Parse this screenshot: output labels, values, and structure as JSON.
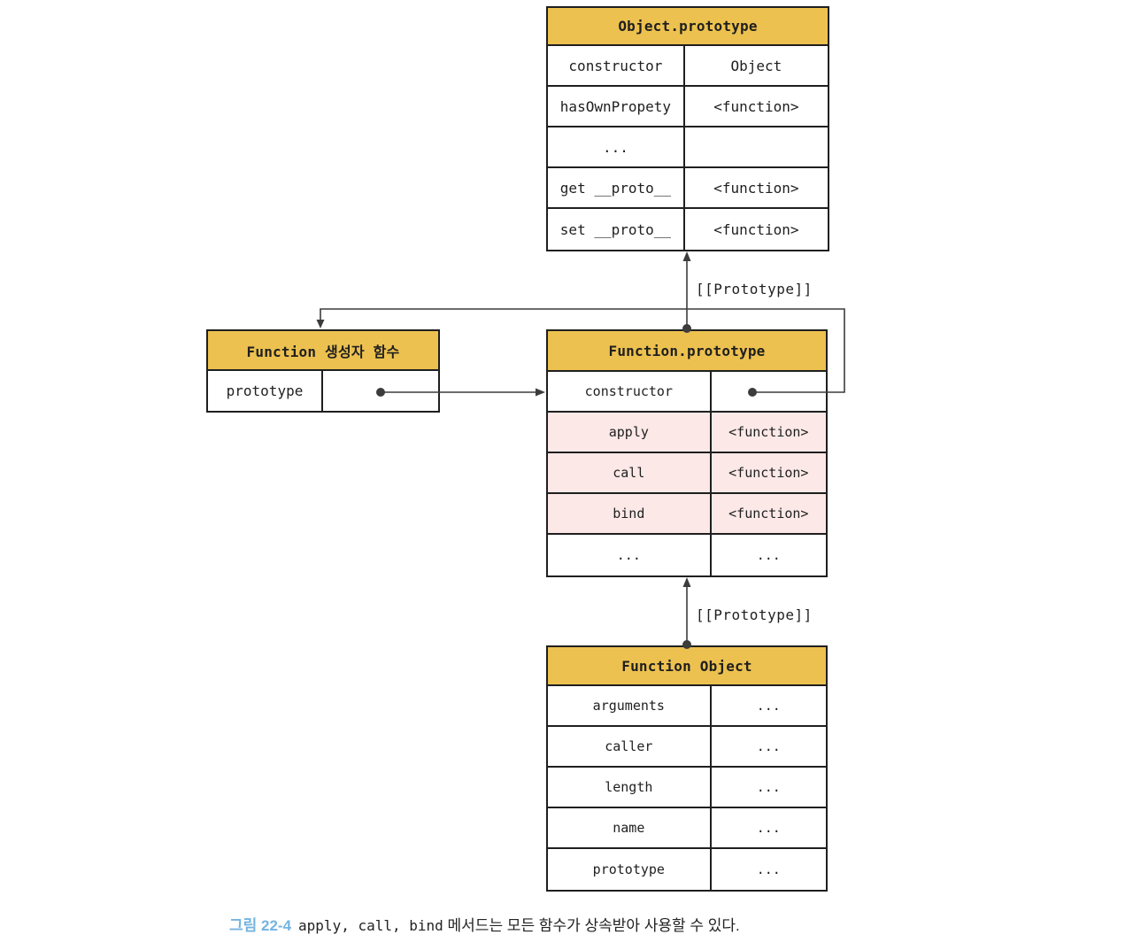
{
  "colors": {
    "header_bg": "#ecc14f",
    "highlight_bg": "#fbe8e7",
    "border_color": "#1f1f1f",
    "line_color": "#3c3c3c",
    "figure_label_color": "#74b4e0"
  },
  "tables": {
    "object_prototype": {
      "title": "Object.prototype",
      "rows": [
        {
          "key": "constructor",
          "value": "Object"
        },
        {
          "key": "hasOwnPropety",
          "value": "<function>"
        },
        {
          "key": "...",
          "value": ""
        },
        {
          "key": "get __proto__",
          "value": "<function>"
        },
        {
          "key": "set __proto__",
          "value": "<function>"
        }
      ]
    },
    "function_constructor": {
      "title": "Function 생성자 함수",
      "rows": [
        {
          "key": "prototype",
          "value": ""
        }
      ]
    },
    "function_prototype": {
      "title": "Function.prototype",
      "rows": [
        {
          "key": "constructor",
          "value": ""
        },
        {
          "key": "apply",
          "value": "<function>"
        },
        {
          "key": "call",
          "value": "<function>"
        },
        {
          "key": "bind",
          "value": "<function>"
        },
        {
          "key": "...",
          "value": "..."
        }
      ]
    },
    "function_object": {
      "title": "Function Object",
      "rows": [
        {
          "key": "arguments",
          "value": "..."
        },
        {
          "key": "caller",
          "value": "..."
        },
        {
          "key": "length",
          "value": "..."
        },
        {
          "key": "name",
          "value": "..."
        },
        {
          "key": "prototype",
          "value": "..."
        }
      ]
    }
  },
  "links": {
    "top_label": "[[Prototype]]",
    "bottom_label": "[[Prototype]]"
  },
  "caption": {
    "figure_label": "그림 22-4",
    "mono_text": "apply, call, bind",
    "rest": " 메서드는 모든 함수가 상속받아 사용할 수 있다."
  }
}
